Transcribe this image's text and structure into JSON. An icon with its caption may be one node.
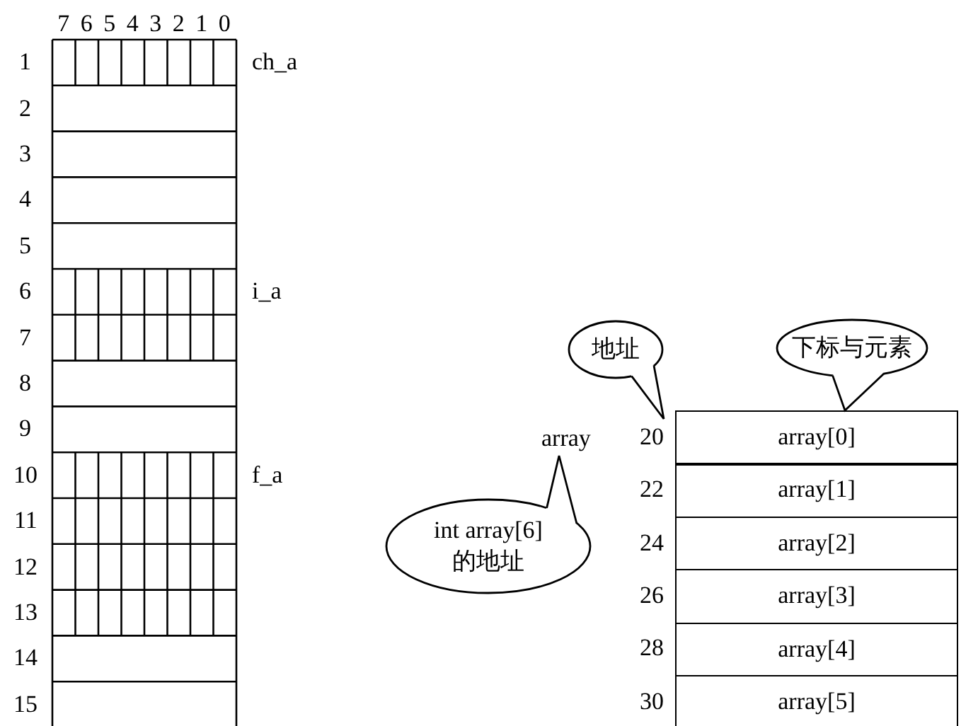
{
  "diagram": {
    "nodes": [
      {
        "text": [
          "地址"
        ]
      },
      {
        "text": [
          "下标与元素"
        ]
      },
      {
        "text": [
          "int array[6] 的地址"
        ]
      },
      {
        "text": [
          "array[0]"
        ],
        "beside": [
          "20"
        ]
      },
      {
        "text": [
          "array[1]"
        ],
        "beside": [
          "22"
        ]
      },
      {
        "text": [
          "array[2]"
        ],
        "beside": [
          "24"
        ]
      },
      {
        "text": [
          "array[3]"
        ],
        "beside": [
          "26"
        ]
      },
      {
        "text": [
          "array[4]"
        ],
        "beside": [
          "28"
        ]
      },
      {
        "text": [
          "array[5]"
        ],
        "beside": [
          "30"
        ]
      }
    ],
    "labels": [
      "7",
      "6",
      "5",
      "4",
      "3",
      "2",
      "1",
      "0",
      "1",
      "ch_a",
      "2",
      "3",
      "4",
      "5",
      "6",
      "i_a",
      "7",
      "8",
      "9",
      "10",
      "f_a",
      "11",
      "12",
      "13",
      "14",
      "15",
      "array"
    ]
  }
}
